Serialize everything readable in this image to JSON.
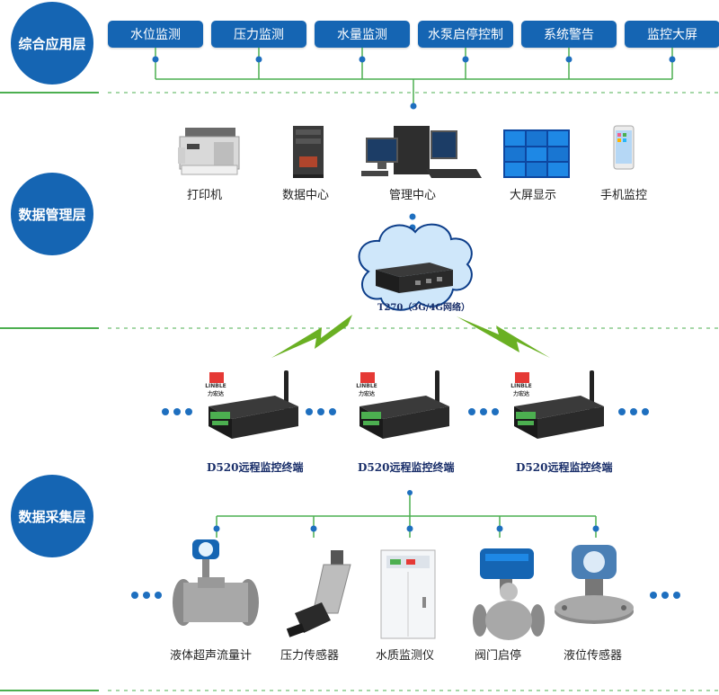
{
  "layers": {
    "application": "综合应用层",
    "management": "数据管理层",
    "collection": "数据采集层"
  },
  "application_modules": [
    "水位监测",
    "压力监测",
    "水量监测",
    "水泵启停控制",
    "系统警告",
    "监控大屏"
  ],
  "management_devices": [
    "打印机",
    "数据中心",
    "管理中心",
    "大屏显示",
    "手机监控"
  ],
  "gateway": {
    "label": "T270（3G/4G网络）"
  },
  "terminals": {
    "label": "D520远程监控终端",
    "brand": "LINBLE",
    "brand_sub": "力宏达"
  },
  "sensors": [
    "液体超声流量计",
    "压力传感器",
    "水质监测仪",
    "阀门启停",
    "液位传感器"
  ],
  "colors": {
    "layer_blue": "#1565b3",
    "connector_green": "#4caf50",
    "node_blue": "#1e6fbf",
    "wireless_green": "#6ab023",
    "cloud_blue": "#cfe7fa"
  },
  "icons": {
    "printer": "printer-icon",
    "server": "server-icon",
    "computer": "workstation-icon",
    "video_wall": "video-wall-icon",
    "phone": "smartphone-icon",
    "gateway": "gateway-router-icon",
    "terminal": "terminal-device-icon",
    "flowmeter": "flowmeter-icon",
    "pressure": "pressure-sensor-icon",
    "water_quality": "water-quality-cabinet-icon",
    "valve": "valve-actuator-icon",
    "level": "level-sensor-icon"
  }
}
